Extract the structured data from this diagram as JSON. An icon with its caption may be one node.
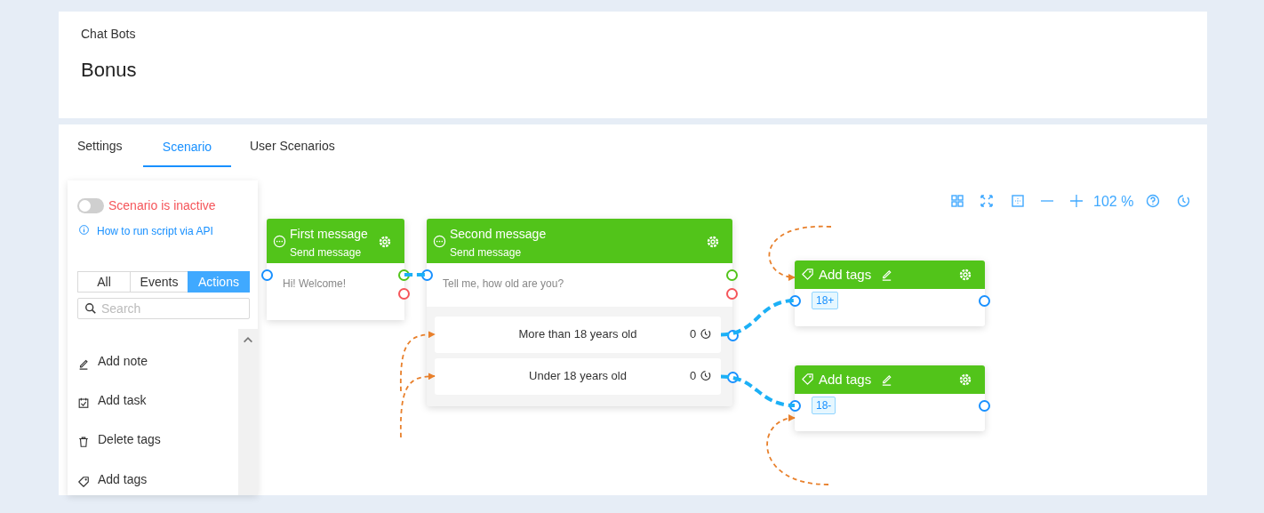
{
  "diagram": {
    "nodes": [
      {
        "text": [
          "First message",
          "Send message",
          "Hi! Welcome!"
        ]
      },
      {
        "text": [
          "Second message",
          "Send message",
          "Tell me, how old are you?"
        ]
      },
      {
        "text": [
          "More than 18 years old",
          "0"
        ],
        "in": 1
      },
      {
        "text": [
          "Under 18 years old",
          "0"
        ],
        "in": 1
      },
      {
        "text": [
          "Add tags",
          "18+"
        ]
      },
      {
        "text": [
          "Add tags",
          "18-"
        ]
      }
    ],
    "edges": [
      {
        "from": 0,
        "to": 1,
        "arrow": "none",
        "style": "dashed",
        "color": "#1cb0f6"
      },
      {
        "from": 2,
        "to": 4,
        "arrow": "none",
        "style": "dashed",
        "color": "#1cb0f6"
      },
      {
        "from": 3,
        "to": 5,
        "arrow": "none",
        "style": "dashed",
        "color": "#1cb0f6"
      },
      {
        "from": null,
        "to": 2,
        "arrow": "to",
        "style": "dashed",
        "color": "#e8802c"
      },
      {
        "from": null,
        "to": 3,
        "arrow": "to",
        "style": "dashed",
        "color": "#e8802c"
      },
      {
        "from": null,
        "to": 4,
        "arrow": "to",
        "style": "dashed",
        "color": "#e8802c"
      },
      {
        "from": null,
        "to": 5,
        "arrow": "to",
        "style": "dashed",
        "color": "#e8802c"
      }
    ],
    "labels": [
      "Chat Bots",
      "Bonus",
      "Settings",
      "Scenario",
      "User Scenarios",
      "Scenario is inactive",
      "How to run script via API",
      "All",
      "Events",
      "Actions",
      "Search",
      "Add note",
      "Add task",
      "Delete tags",
      "Add tags",
      "102 %"
    ]
  }
}
